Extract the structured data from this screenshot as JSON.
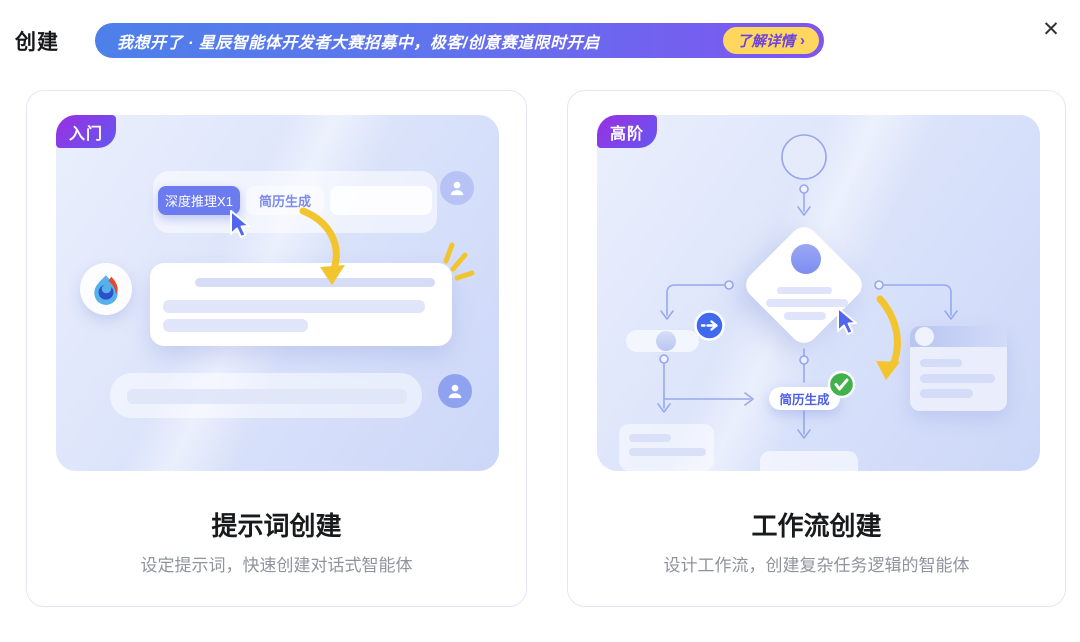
{
  "header": {
    "title": "创建",
    "close_glyph": "✕"
  },
  "banner": {
    "text": "我想开了 · 星辰智能体开发者大赛招募中，极客/创意赛道限时开启",
    "cta_label": "了解详情",
    "cta_chevron": "›"
  },
  "cards": {
    "prompt": {
      "badge": "入门",
      "title": "提示词创建",
      "subtitle": "设定提示词，快速创建对话式智能体",
      "illustration": {
        "tag_selected": "深度推理X1",
        "tag_secondary": "简历生成"
      }
    },
    "workflow": {
      "badge": "高阶",
      "title": "工作流创建",
      "subtitle": "设计工作流，创建复杂任务逻辑的智能体",
      "illustration": {
        "node_label": "简历生成"
      }
    }
  },
  "colors": {
    "banner_gradient_start": "#4d80ea",
    "banner_gradient_end": "#7e55f0",
    "cta_bg": "#ffd75e",
    "cta_text": "#6a43e0",
    "badge_gradient_start": "#9a2fe0",
    "badge_gradient_end": "#6457f2",
    "selected_tag_bg": "#6c7cf0",
    "accent_yellow": "#f2c52e",
    "accent_blue": "#3f6af0",
    "accent_green": "#43b14b",
    "panel_bg_start": "#ebeffc",
    "panel_bg_end": "#ccd7f8"
  }
}
